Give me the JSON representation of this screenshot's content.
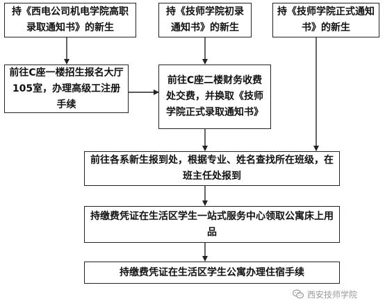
{
  "nodes": {
    "left_top": "持《西电公司机电学院高职录取通知书》的新生",
    "mid_top": "持《技师学院初录通知书》的新生",
    "right_top": "持《技师学院正式通知书》的新生",
    "left_reg": "前往C座一楼招生报名大厅105室，办理高级工注册手续",
    "mid_fee": "前往C座二楼财务收费处交费，并换取《技师学院正式录取通知书》",
    "dept_report": "前往各系新生报到处，根据专业、姓名查找所在班级，在班主任处报到",
    "bedding": "持缴费凭证在生活区学生一站式服务中心领取公寓床上用品",
    "dorm": "持缴费凭证在生活区学生公寓办理住宿手续"
  },
  "watermark": {
    "text": "西安技师学院",
    "icon": "wechat-icon"
  }
}
